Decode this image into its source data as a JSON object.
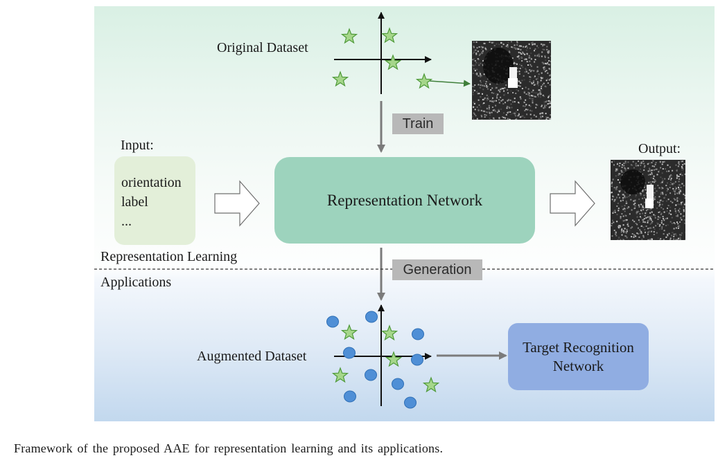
{
  "diagram": {
    "original_dataset_label": "Original Dataset",
    "train_label": "Train",
    "input_heading": "Input:",
    "input_items": [
      "orientation",
      "label",
      "..."
    ],
    "representation_network_label": "Representation Network",
    "output_heading": "Output:",
    "representation_learning_label": "Representation Learning",
    "applications_label": "Applications",
    "generation_label": "Generation",
    "augmented_dataset_label": "Augmented Dataset",
    "target_recognition_label": [
      "Target Recognition",
      "Network"
    ]
  },
  "caption": "Framework of the proposed AAE for representation learning and its applications.",
  "colors": {
    "star_fill": "#a5d68a",
    "star_stroke": "#4f9a3a",
    "circle_fill": "#4f8fd6",
    "circle_stroke": "#2f6fb5",
    "representation_network_fill": "#9dd3bd",
    "input_box_fill": "#e3efd9",
    "target_network_fill": "#90ade2",
    "tag_fill": "#b8b8b8"
  }
}
